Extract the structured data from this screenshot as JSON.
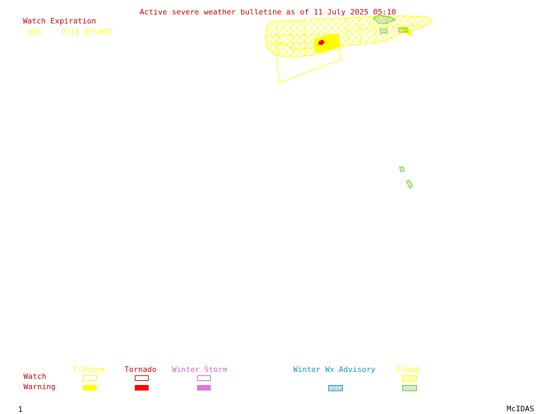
{
  "bulletin": {
    "title": "Active severe weather bulletine as of 11 July 2025 05:10"
  },
  "watch_expiration": {
    "heading": "Watch Expiration",
    "entries": [
      {
        "number": "503",
        "expires": "7/11 07:00Z"
      }
    ]
  },
  "legend": {
    "row_labels": {
      "watch": "Watch",
      "warning": "Warning"
    },
    "categories": [
      {
        "label": "T-Storm",
        "color": "#ffff00",
        "watch_style": "outline",
        "warning_style": "solid"
      },
      {
        "label": "Tornado",
        "color": "#ff0000",
        "watch_style": "outline",
        "warning_style": "solid"
      },
      {
        "label": "Winter Storm",
        "color": "#cc66cc",
        "watch_style": "outline",
        "warning_style": "solid"
      },
      {
        "label": "Winter Wx Advisory",
        "color": "#1a8fc8",
        "watch_style": "none",
        "warning_style": "hatched"
      },
      {
        "label": "Flood",
        "color": "#ffff00",
        "warning_color": "#66cc33",
        "watch_style": "hatched",
        "warning_style": "hatched"
      }
    ]
  },
  "footer": {
    "frame_number": "1",
    "software": "McIDAS"
  },
  "colors": {
    "label_red": "#cc0000",
    "tstorm_yellow": "#ffff00",
    "tornado_red": "#ff0000",
    "flood_green": "#66cc33",
    "winter_storm_magenta": "#cc66cc",
    "winter_wx_blue": "#1a8fc8"
  }
}
